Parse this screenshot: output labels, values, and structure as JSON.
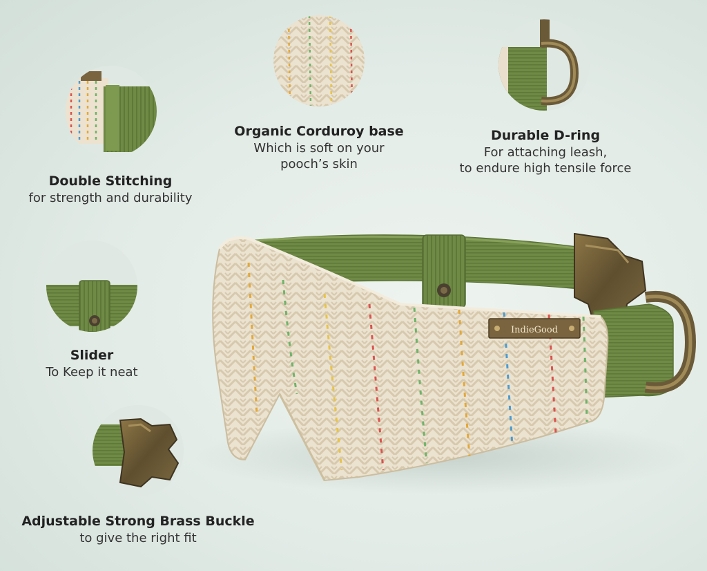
{
  "features": {
    "double_stitching": {
      "title": "Double Stitching",
      "description": "for strength and durability"
    },
    "corduroy_base": {
      "title": "Organic Corduroy base",
      "description_line1": "Which is soft on your",
      "description_line2": "pooch’s skin"
    },
    "d_ring": {
      "title": "Durable D-ring",
      "description_line1": "For attaching leash,",
      "description_line2": "to endure high tensile force"
    },
    "slider": {
      "title": "Slider",
      "description": "To Keep it neat"
    },
    "buckle": {
      "title": "Adjustable Strong Brass Buckle",
      "description": "to give the right fit"
    }
  },
  "product": {
    "brand_tag": "IndieGood",
    "colors": {
      "corduroy_green": "#6f8a45",
      "corduroy_dark": "#5a7236",
      "fabric_cream": "#e9dfcc",
      "fabric_shadow": "#d8ccb4",
      "brass": "#6b5a38",
      "brass_light": "#9b8553",
      "background": "#e2ebe6"
    },
    "stitch_colors": [
      "#e2a83a",
      "#6fb36a",
      "#d9534f",
      "#4a9bd1",
      "#e7c34a"
    ]
  }
}
